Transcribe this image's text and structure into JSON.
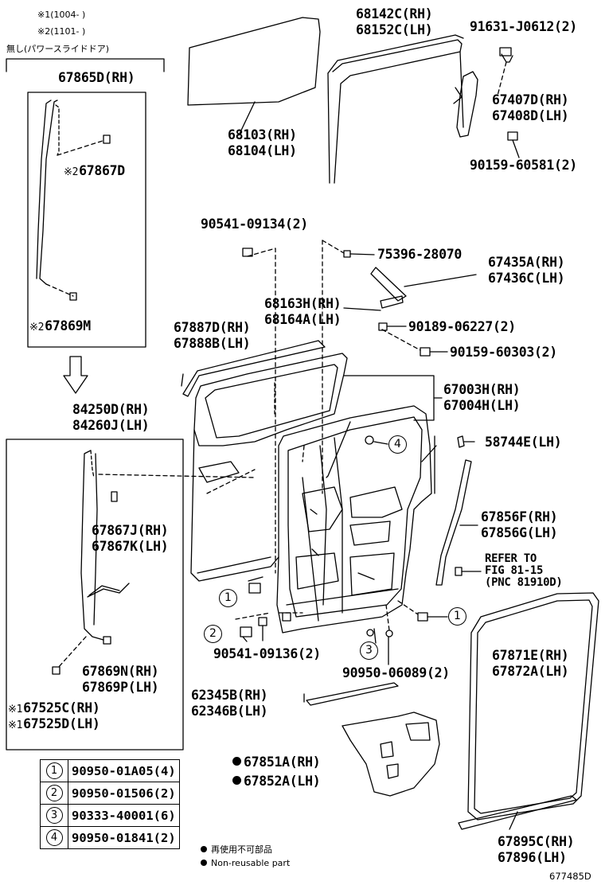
{
  "notes": {
    "n1": "※1(1004-      )",
    "n2": "※2(1101-      )",
    "without_power_slide": "無し(パワースライドドア)"
  },
  "parts": {
    "p67865d": "67865D(RH)",
    "p67867d": "67867D",
    "p67869m": "67869M",
    "p84250d": "84250D(RH)",
    "p84260j": "84260J(LH)",
    "p67867j": "67867J(RH)",
    "p67867k": "67867K(LH)",
    "p67869n": "67869N(RH)",
    "p67869p": "67869P(LH)",
    "p67525c": "67525C(RH)",
    "p67525d": "67525D(LH)",
    "p68103": "68103(RH)",
    "p68104": "68104(LH)",
    "p68142c": "68142C(RH)",
    "p68152c": "68152C(LH)",
    "p91631": "91631-J0612(2)",
    "p67407d": "67407D(RH)",
    "p67408d": "67408D(LH)",
    "p90159_60581": "90159-60581(2)",
    "p90541_09134": "90541-09134(2)",
    "p75396": "75396-28070",
    "p67435a": "67435A(RH)",
    "p67436c": "67436C(LH)",
    "p68163h": "68163H(RH)",
    "p68164a": "68164A(LH)",
    "p90189": "90189-06227(2)",
    "p90159_60303": "90159-60303(2)",
    "p67887d": "67887D(RH)",
    "p67888b": "67888B(LH)",
    "p67003h": "67003H(RH)",
    "p67004h": "67004H(LH)",
    "p58744e": "58744E(LH)",
    "p67856f": "67856F(RH)",
    "p67856g": "67856G(LH)",
    "refer1": "REFER TO",
    "refer2": "FIG 81-15",
    "refer3": "(PNC 81910D)",
    "p90541_09136": "90541-09136(2)",
    "p90950_06089": "90950-06089(2)",
    "p67871e": "67871E(RH)",
    "p67872a": "67872A(LH)",
    "p62345b": "62345B(RH)",
    "p62346b": "62346B(LH)",
    "p67851a": "67851A(RH)",
    "p67852a": "67852A(LH)",
    "p67895c": "67895C(RH)",
    "p67896": "67896(LH)"
  },
  "marks": {
    "m1": "※1",
    "m2": "※2"
  },
  "callouts": {
    "c1": "1",
    "c2": "2",
    "c3": "3",
    "c4": "4"
  },
  "key_table": [
    {
      "num": "1",
      "part": "90950-01A05(4)"
    },
    {
      "num": "2",
      "part": "90950-01506(2)"
    },
    {
      "num": "3",
      "part": "90333-40001(6)"
    },
    {
      "num": "4",
      "part": "90950-01841(2)"
    }
  ],
  "legend": {
    "line1": "再使用不可部品",
    "line2": "Non-reusable part"
  },
  "figure_code": "677485D"
}
